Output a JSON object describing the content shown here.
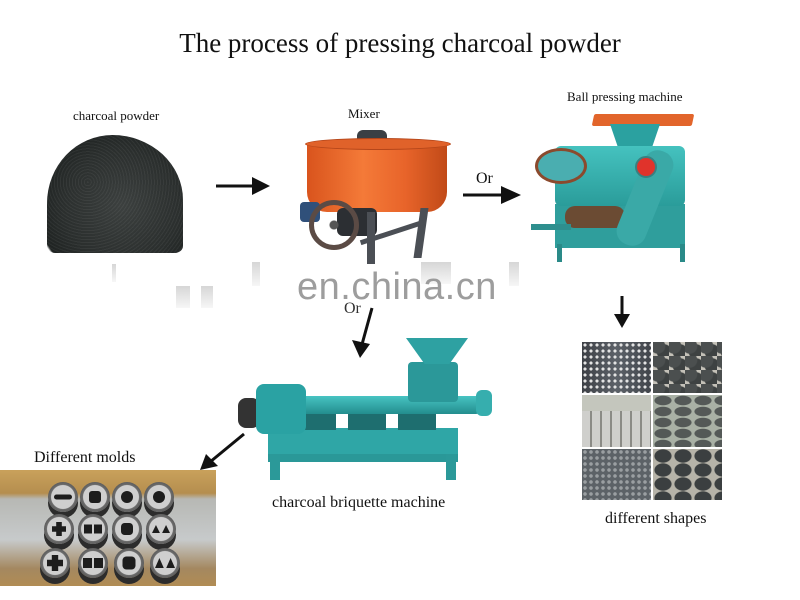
{
  "title": "The process of pressing charcoal powder",
  "watermark": "en.china.cn",
  "steps": {
    "charcoal_powder": {
      "label": "charcoal powder"
    },
    "mixer": {
      "label": "Mixer",
      "color": "#f06e30"
    },
    "ball_pressing_machine": {
      "label": "Ball pressing machine",
      "color": "#33aeac"
    },
    "charcoal_briquette_machine": {
      "label": "charcoal briquette machine",
      "color": "#2fa6a6"
    },
    "different_molds": {
      "label": "Different molds"
    },
    "different_shapes": {
      "label": "different shapes"
    }
  },
  "arrows": {
    "mixer_to_ball": {
      "label": "Or"
    },
    "mixer_to_briquette": {
      "label": "Or"
    }
  },
  "flow": [
    {
      "from": "charcoal powder",
      "to": "Mixer"
    },
    {
      "from": "Mixer",
      "to": "Ball pressing machine",
      "label": "Or"
    },
    {
      "from": "Mixer",
      "to": "charcoal briquette machine",
      "label": "Or"
    },
    {
      "from": "charcoal briquette machine",
      "to": "Different molds"
    },
    {
      "from": "Ball pressing machine",
      "to": "different shapes"
    }
  ]
}
